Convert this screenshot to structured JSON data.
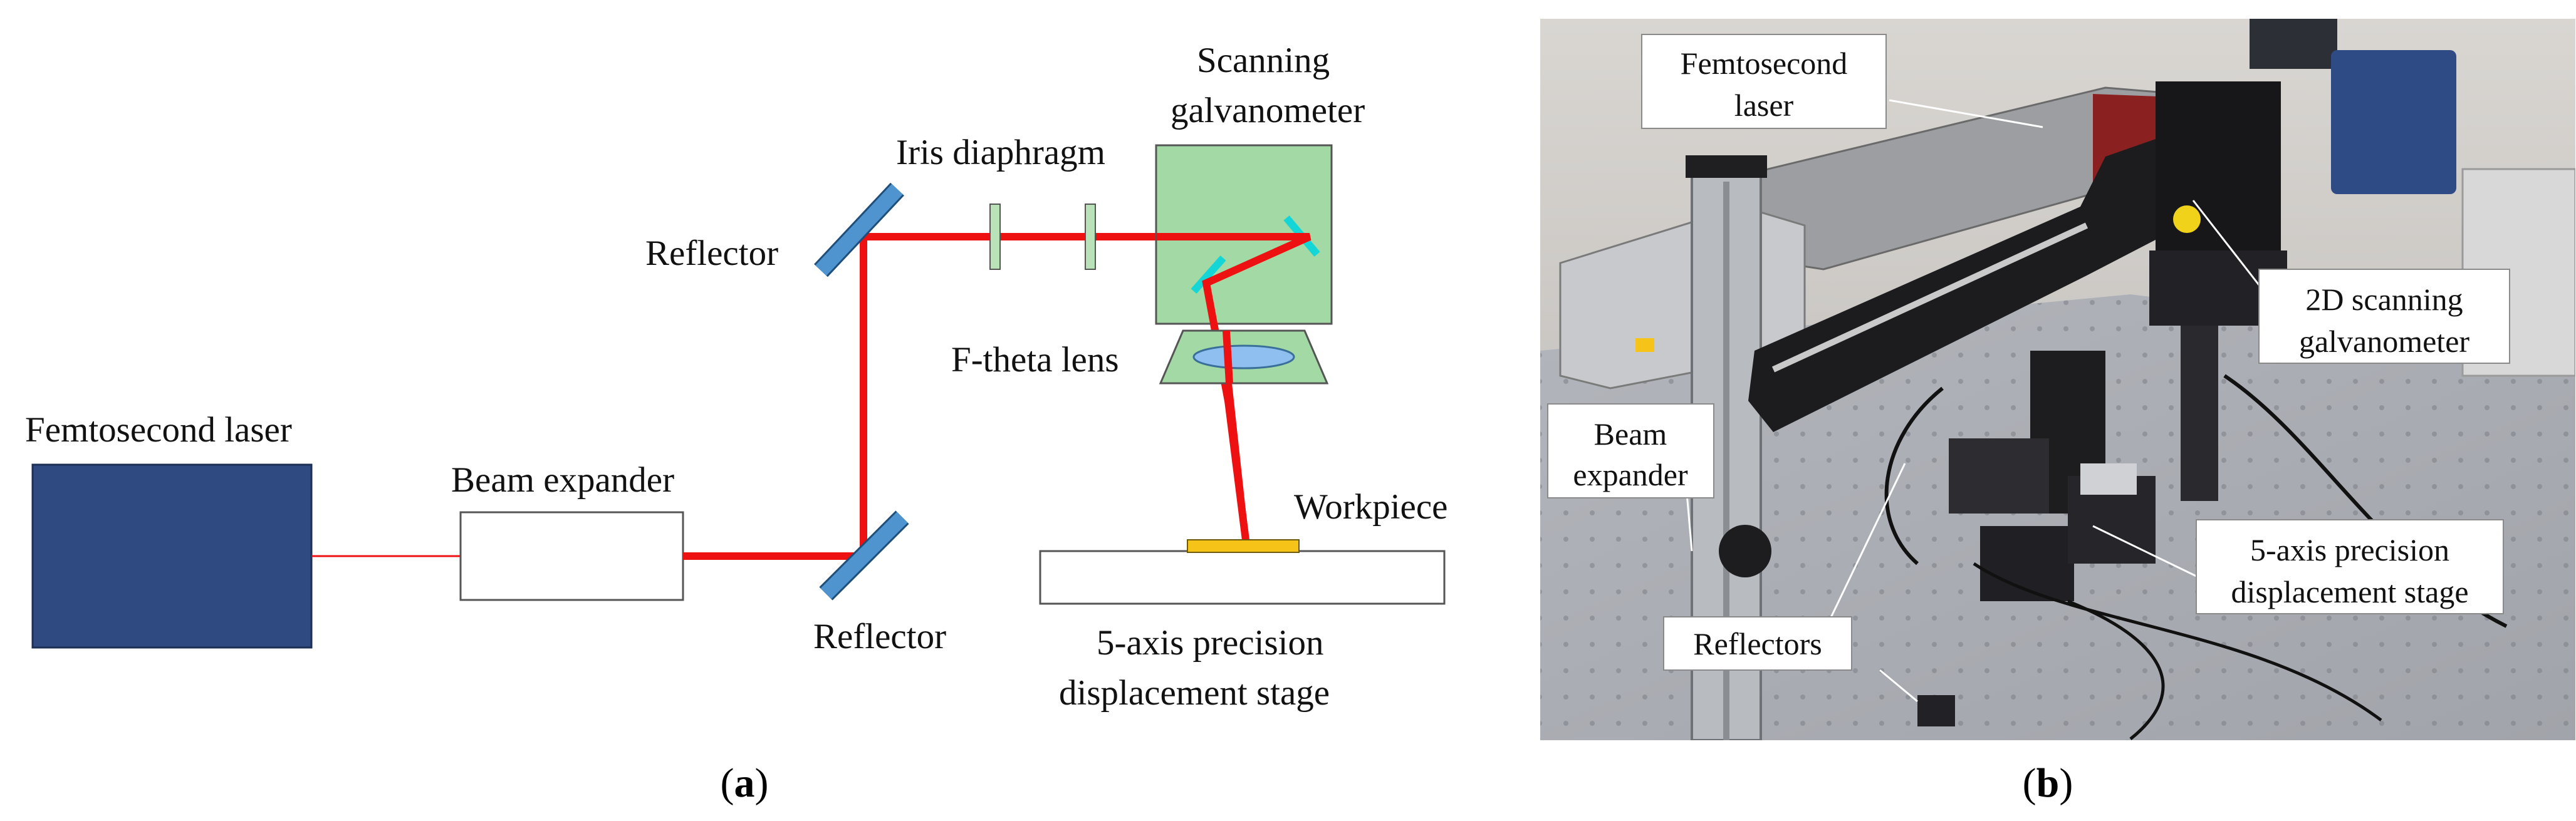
{
  "panel_a": {
    "labels": {
      "laser": "Femtosecond laser",
      "beam_expander": "Beam expander",
      "reflector_top": "Reflector",
      "reflector_bottom": "Reflector",
      "iris": "Iris diaphragm",
      "galvo_line1": "Scanning",
      "galvo_line2": "galvanometer",
      "ftheta": "F-theta lens",
      "workpiece": "Workpiece",
      "stage_line1": "5-axis precision",
      "stage_line2": "displacement stage"
    },
    "caption_open": "(",
    "caption_letter": "a",
    "caption_close": ")"
  },
  "panel_b": {
    "callouts": {
      "laser_line1": "Femtosecond",
      "laser_line2": "laser",
      "galvo_line1": "2D scanning",
      "galvo_line2": "galvanometer",
      "beam_line1": "Beam",
      "beam_line2": "expander",
      "stage_line1": "5-axis precision",
      "stage_line2": "displacement stage",
      "reflectors": "Reflectors"
    },
    "caption_open": "(",
    "caption_letter": "b",
    "caption_close": ")"
  },
  "colors": {
    "laser_body": "#2e4a80",
    "beam": "#ee1111",
    "mirror": "#4f93cf",
    "galvo_box": "#a3d9a4",
    "lens": "#8fbff0",
    "workpiece": "#f6c419",
    "scanner_mirror": "#14d6d6"
  }
}
